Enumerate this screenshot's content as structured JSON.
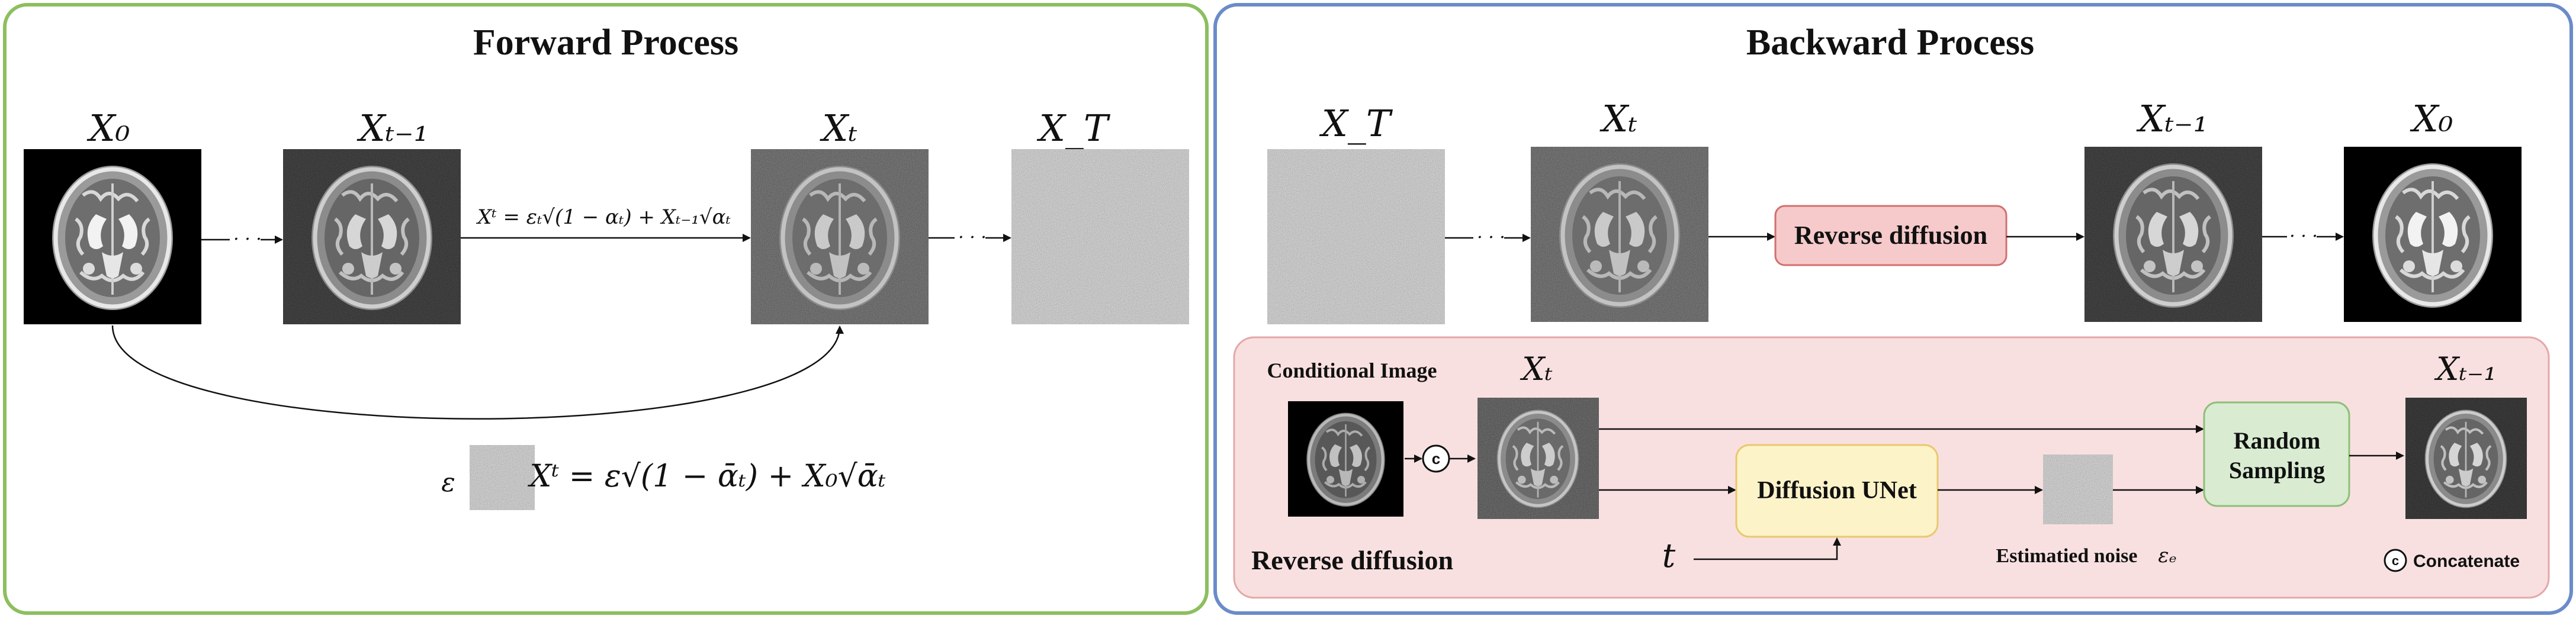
{
  "forward": {
    "title": "Forward Process",
    "x0": "X₀",
    "xt_minus_1": "Xₜ₋₁",
    "xt": "Xₜ",
    "xT": "X_T",
    "step_equation": "Xᵗ = εₜ√(1 − αₜ) + Xₜ₋₁√αₜ",
    "epsilon": "ε",
    "closed_equation": "Xᵗ = ε√(1 − ᾱₜ) + X₀√ᾱₜ",
    "dots": "· · ·"
  },
  "backward": {
    "title": "Backward Process",
    "xT": "X_T",
    "xt": "Xₜ",
    "xt_minus_1": "Xₜ₋₁",
    "x0": "X₀",
    "reverse_box": "Reverse diffusion",
    "dots": "· · ·"
  },
  "detail": {
    "conditional_image": "Conditional Image",
    "xt": "Xₜ",
    "concat_symbol": "c",
    "unet": "Diffusion UNet",
    "random_sampling_line1": "Random",
    "random_sampling_line2": "Sampling",
    "xt_minus_1": "Xₜ₋₁",
    "t_label": "t",
    "estimated_noise": "Estimatied noise",
    "epsilon_e": "εₑ",
    "reverse_diffusion": "Reverse diffusion",
    "concatenate": "Concatenate"
  },
  "colors": {
    "forward_border": "#8cbf5f",
    "backward_border": "#6a8cc8",
    "detail_fill": "#f9e0e0",
    "reverse_box_fill": "#f6caca",
    "unet_fill": "#fdf3c8",
    "sampling_fill": "#d9ecd2"
  }
}
